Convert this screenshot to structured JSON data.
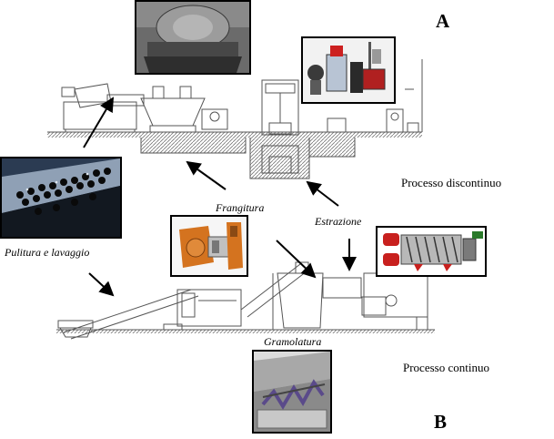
{
  "labels": {
    "section_a": "A",
    "section_b": "B",
    "processo_discontinuo": "Processo discontinuo",
    "processo_continuo": "Processo continuo",
    "frangitura": "Frangitura",
    "estrazione": "Estrazione",
    "pulitura_lavaggio": "Pulitura e lavaggio",
    "gramolatura": "Gramolatura"
  },
  "colors": {
    "line": "#555555",
    "arrow": "#000000",
    "orange": "#d4731f",
    "red": "#c8201e"
  }
}
